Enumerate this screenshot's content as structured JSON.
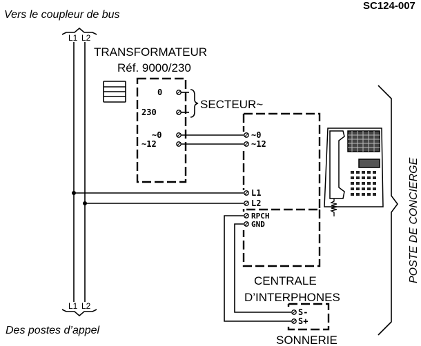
{
  "header": {
    "ref_code": "SC124-007"
  },
  "bus": {
    "top_caption": "Vers le coupleur de bus",
    "bottom_caption": "Des postes d’appel",
    "label_l1": "L1",
    "label_l2": "L2"
  },
  "transformer": {
    "title": "TRANSFORMATEUR",
    "ref": "Réf. 9000/230",
    "terminals": {
      "t0": "0",
      "t230": "230",
      "ac0": "~0",
      "ac12": "~12"
    },
    "mains_label": "SECTEUR~"
  },
  "central": {
    "title_line1": "CENTRALE",
    "title_line2": "D’INTERPHONES",
    "terminals": {
      "ac0": "~0",
      "ac12": "~12",
      "l1": "L1",
      "l2": "L2",
      "rpch": "RPCH",
      "gnd": "GND"
    }
  },
  "bell": {
    "label": "SONNERIE",
    "terminals": {
      "s_minus": "S-",
      "s_plus": "S+"
    }
  },
  "concierge": {
    "label": "POSTE DE CONCIERGE"
  }
}
